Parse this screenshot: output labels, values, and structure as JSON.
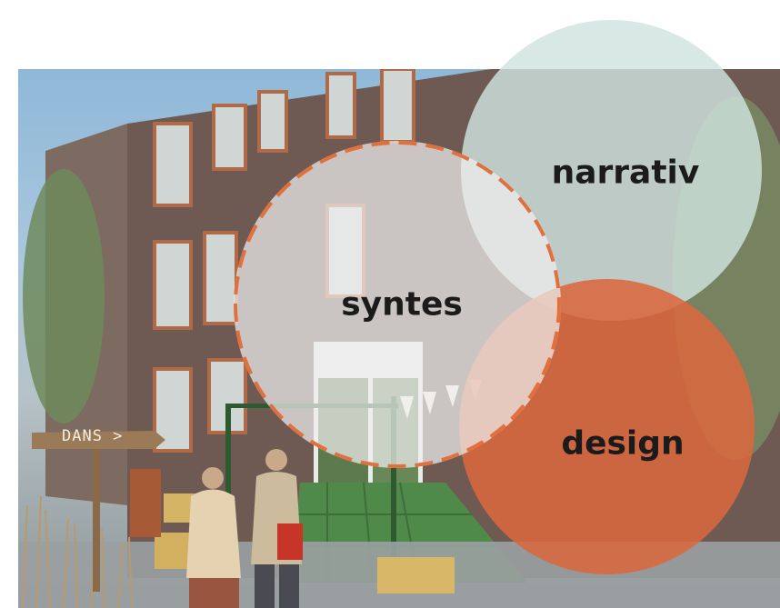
{
  "signpost": {
    "text": "DANS >"
  },
  "venn": {
    "narrativ": {
      "label": "narrativ",
      "color": "#cfe3de"
    },
    "design": {
      "label": "design",
      "color": "#d9683f"
    },
    "syntes": {
      "label": "syntes",
      "color": "#eeeeee",
      "border_color": "#e0713f"
    }
  }
}
